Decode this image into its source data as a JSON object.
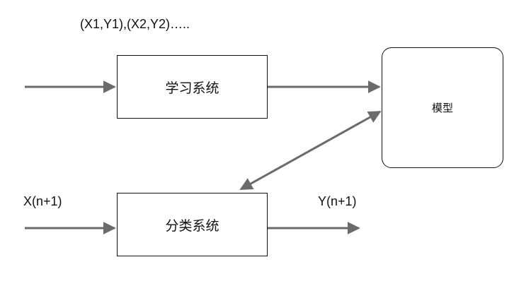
{
  "labels": {
    "training_samples": "(X1,Y1),(X2,Y2)…..",
    "new_input": "X(n+1)",
    "predicted_output": "Y(n+1)"
  },
  "nodes": {
    "learning_system": "学习系统",
    "model": "模型",
    "classification_system": "分类系统"
  },
  "colors": {
    "box_border": "#111111",
    "arrow": "#6b6b6b",
    "text": "#111111"
  }
}
